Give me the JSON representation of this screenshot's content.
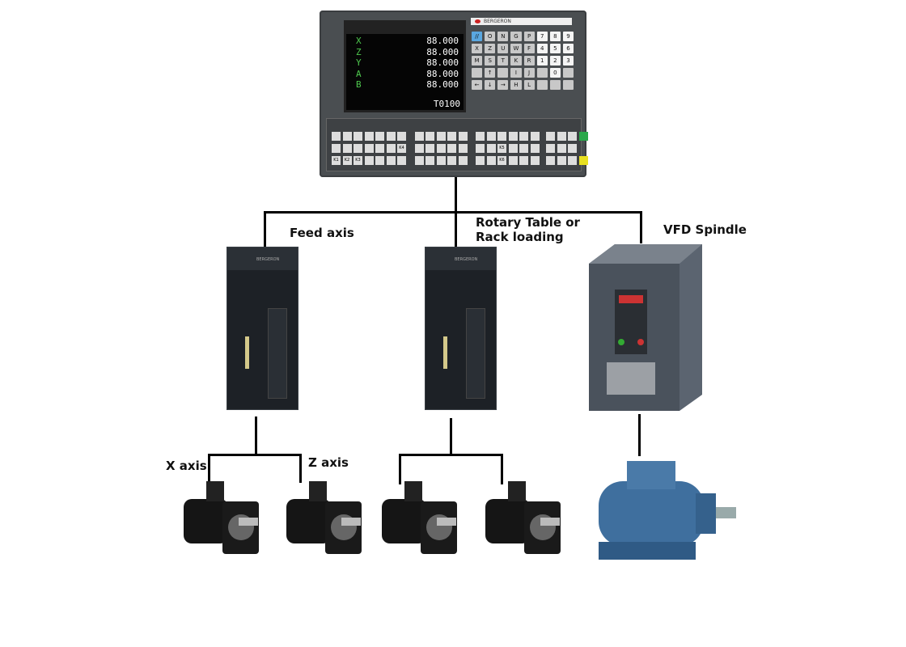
{
  "labels": {
    "feed_axis": "Feed axis",
    "rotary": "Rotary Table or\nRack loading",
    "vfd": "VFD Spindle",
    "x_axis": "X axis",
    "z_axis": "Z axis"
  },
  "cnc": {
    "brand": "BERGERON",
    "axes": [
      {
        "name": "X",
        "value": "88.000"
      },
      {
        "name": "Z",
        "value": "88.000"
      },
      {
        "name": "Y",
        "value": "88.000"
      },
      {
        "name": "A",
        "value": "88.000"
      },
      {
        "name": "B",
        "value": "88.000"
      }
    ],
    "tool": "T0100",
    "keys": [
      "//",
      "O",
      "N",
      "G",
      "P",
      "7",
      "8",
      "9",
      "X",
      "Z",
      "U",
      "W",
      "F",
      "4",
      "5",
      "6",
      "M",
      "S",
      "T",
      "K",
      "R",
      "1",
      "2",
      "3",
      "",
      "↑",
      "",
      "I",
      "J",
      "",
      "0",
      "",
      "←",
      "↓",
      "→",
      "H",
      "L",
      "",
      "",
      ""
    ],
    "lower_keys": [
      "K1",
      "K2",
      "K3",
      "K4",
      "K5",
      "K6"
    ]
  },
  "colors": {
    "line": "#000000",
    "screen_text": "#4ec94e",
    "motor_blue": "#3f6f9e"
  }
}
